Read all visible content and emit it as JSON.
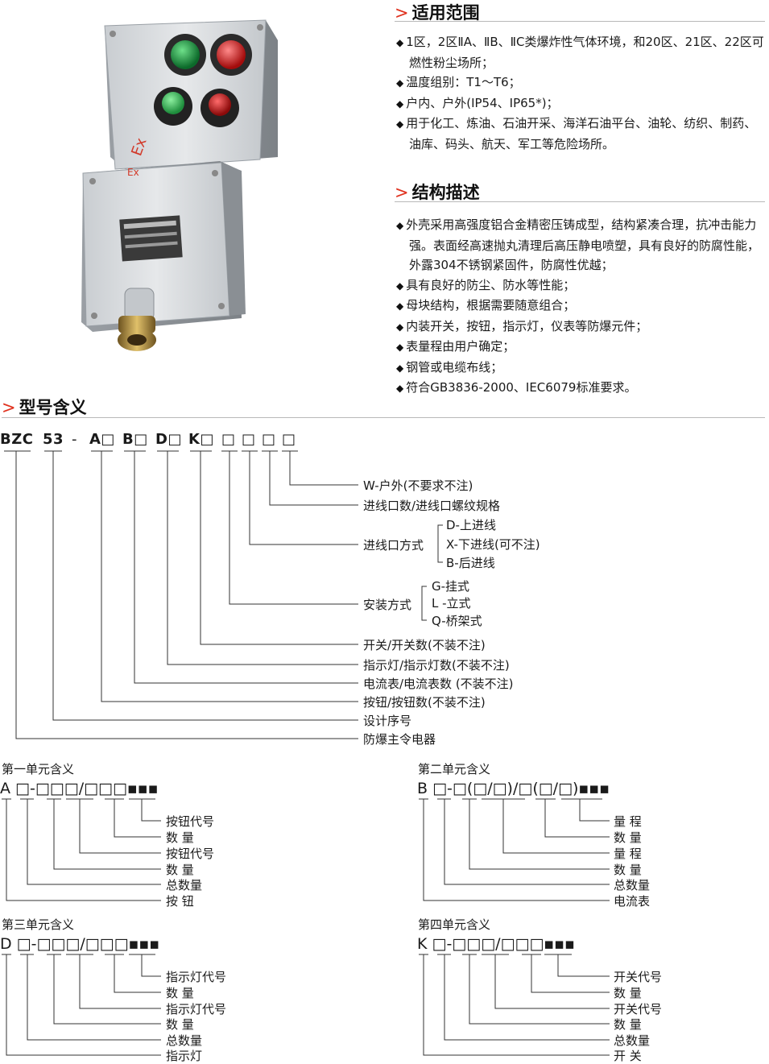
{
  "sections": {
    "scope": {
      "title": "适用范围",
      "items": [
        "1区，2区ⅡA、ⅡB、ⅡC类爆炸性气体环境，和20区、21区、22区可燃性粉尘场所；",
        "温度组别：T1～T6；",
        "户内、户外(IP54、IP65*)；",
        "用于化工、炼油、石油开采、海洋石油平台、油轮、纺织、制药、油库、码头、航天、军工等危险场所。"
      ]
    },
    "structure": {
      "title": "结构描述",
      "items": [
        "外壳采用高强度铝合金精密压铸成型，结构紧凑合理，抗冲击能力强。表面经高速抛丸清理后高压静电喷塑，具有良好的防腐性能，外露304不锈钢紧固件，防腐性优越；",
        "具有良好的防尘、防水等性能；",
        "母块结构，根据需要随意组合；",
        "内装开关，按钮，指示灯，仪表等防爆元件；",
        "表量程由用户确定；",
        "钢管或电缆布线；",
        "符合GB3836-2000、IEC6079标准要求。"
      ]
    },
    "model": {
      "title": "型号含义"
    }
  },
  "product": {
    "ex_mark": "Ex",
    "ex_mark_small": "Ex"
  },
  "model_code": {
    "parts": [
      "BZC",
      "53",
      "-",
      "A□",
      "B□",
      "D□",
      "K□",
      "□",
      "□",
      "□",
      "□"
    ],
    "labels": {
      "outdoor": "W-户外(不要求不注)",
      "entry_spec": "进线口数/进线口螺纹规格",
      "entry_method": "进线口方式",
      "entry_options": [
        "D-上进线",
        "X-下进线(可不注)",
        "B-后进线"
      ],
      "install_method": "安装方式",
      "install_options": [
        "G-挂式",
        "L -立式",
        "Q-桥架式"
      ],
      "switch": "开关/开关数(不装不注)",
      "indicator": "指示灯/指示灯数(不装不注)",
      "ammeter": "电流表/电流表数 (不装不注)",
      "button": "按钮/按钮数(不装不注)",
      "design_no": "设计序号",
      "product_name": "防爆主令电器"
    }
  },
  "units": {
    "u1": {
      "title": "第一单元含义",
      "code": "A □-□□□/□□□▪▪▪",
      "labels": [
        "按钮代号",
        "数  量",
        "按钮代号",
        "数  量",
        "总数量",
        "按  钮"
      ]
    },
    "u2": {
      "title": "第二单元含义",
      "code": "B □-□(□/□)/□(□/□)▪▪▪",
      "labels": [
        "量  程",
        "数  量",
        "量  程",
        "数  量",
        "总数量",
        "电流表"
      ]
    },
    "u3": {
      "title": "第三单元含义",
      "code": "D □-□□□/□□□▪▪▪",
      "labels": [
        "指示灯代号",
        "数  量",
        "指示灯代号",
        "数  量",
        "总数量",
        "指示灯"
      ]
    },
    "u4": {
      "title": "第四单元含义",
      "code": "K □-□□□/□□□▪▪▪",
      "labels": [
        "开关代号",
        "数  量",
        "开关代号",
        "数  量",
        "总数量",
        "开  关"
      ]
    }
  }
}
